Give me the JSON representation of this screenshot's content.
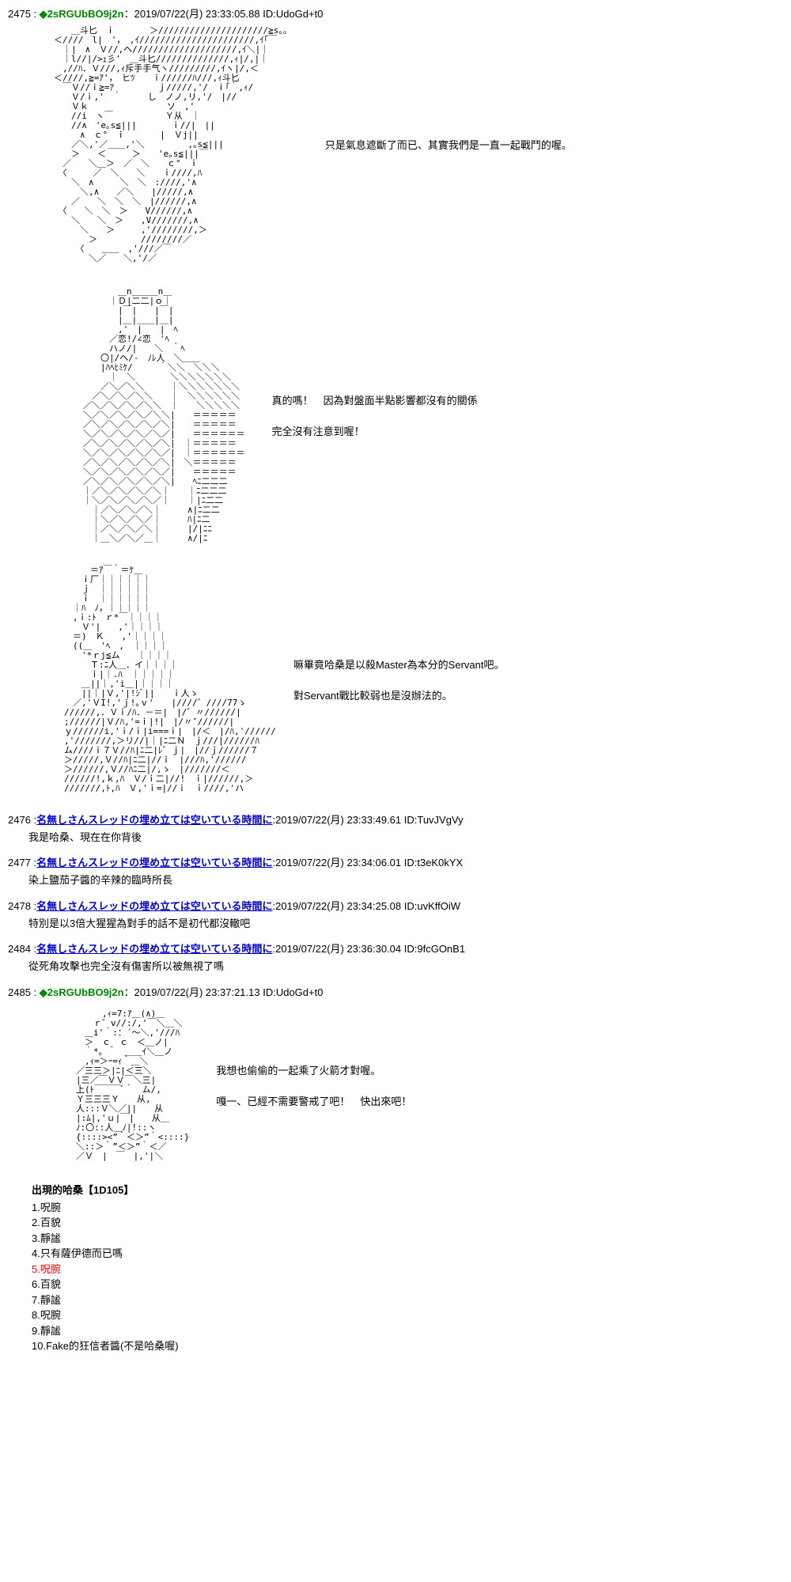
{
  "colors": {
    "trip_green": "#008800",
    "name_blue": "#0000cc",
    "highlight_red": "#ff0000",
    "bg": "#ffffff"
  },
  "posts": {
    "p2475": {
      "num": "2475 :",
      "trip": "◆2sRGUbBO9j2n",
      "meta": "：2019/07/22(月) 23:33:05.88 ID:UdoGd+t0",
      "aa1": [
        "　　＿斗匕　ｉ　　　　＞/////////////////////≧s。。",
        "＜////　l|　'，　,ｲ//////////////////////,ｲ｢￣",
        "　｜|　∧　Ｖ//,ヘ////////////////////,ｲ＼|｜",
        "　｜l//|/>ｪ彡'　＿斗匕//////////////,ｨ|/,|｜",
        "　,//ﾊ．Ｖ///,ｨ斥手手气ヽ/////////,ｲヽ|/,＜",
        "＜////,≧=ｱ'，　ヒﾂ　　ｉ//////ﾊ///,ｨ斗匕",
        "　￣Ｖ//ｉ≧=ｱ　　　　　ｊ/////,'/　ｉ｢｀,ｨ/",
        "　　Ｖ/ｉ,'　｀　　　し　ノノ,リ,'/　|//",
        "　　Ｖｋ　　　　　　　　　ソ　,'",
        "　　//i　ヽ￣　　　　　　Ｙ从　｜",
        "　　//∧　'e｡s≦|||　　　　ｉ//|　||",
        "　　　∧　ｃ°　ｉ　　　　|　Ｖj||",
        "　　／＼,'／＿＿,'＼　　　　　,｡s≦|||",
        "　　＞　　＜　　　＞　　'e｡s≦|||￣",
        "　／　　＼＿＞　／　＼　　ｃ°　ｉ",
        "　〈　　　／　＼　　＼　　ｉ////,ﾊ",
        "　　＼　∧　　　＼　＼　:////,'∧",
        "　　　＼,∧　　／＼　　|/////,∧",
        "　　／　　＼　＼　＼　|//////,∧",
        "　〈　　＼　＼　＞　　V//////,∧",
        "　　＼　　＼　＞　　,V///////,∧",
        "　　　＼　　＞　　　,'////////,＞",
        "　　　　＞　　　　　////////／",
        "　　　〈　　＿＿　,'///／￣",
        "　　　　＼／　　＼,'/／"
      ],
      "d1": "只是氣息遮斷了而已、其實我們是一直一起戰鬥的喔。",
      "aa2": [
        "　　　　　＿n＿＿＿n＿",
        "　　　　｜Ｄ|二二|ｏ｜",
        "　　　　　|￣|　　|￣|",
        "　　　　　|＿|＿＿|＿|",
        "　　　　　,'　|　　|　ﾍ",
        "　　　　／恋!/∠恋　'ﾍ",
        "　　　　ハノ/|　　＼　｀ﾍ",
        "　　　〇|/ヘ/-　ﾉﾚ人　＼＿＿",
        "　　　|ﾊﾍﾋﾐｹ/　　　｀＼＼　＼＼＼",
        "　　　　｜　＼　　　　＼＼＼＼＼＼＼",
        "　　　／＼／＼＼　　　｜＼＼＼＼＼＼＼",
        "　　／＼／＼／＼＼　　｜　＼＼＼＼＼＼",
        "　／＼／＼／＼／＼＼　｜　　＼＼＼＼＼",
        "　＼／＼／＼／＼／＼＼|　　＝＝＝＝＝",
        "　／＼／＼／＼／＼／＼|　　＝＝＝＝＝",
        "　＼／＼／＼／＼／＼／|　　＝＝＝＝＝＝",
        "　／＼／＼／＼／＼／＼|　｜＝＝＝＝＝",
        "　＼／＼／＼／＼／＼／|　｜＝＝＝＝＝＝",
        "　／＼／＼／＼／＼／＼|　＼＝＝＝＝＝",
        "　＼／＼／＼／＼／＼／|　　＝＝＝＝＝",
        "　／＼／＼／＼／＼／＼|　　ﾍﾆ二二二",
        "　｜／＼／＼／＼／＼｜　　｜ﾆ二二二",
        "　｜＼／＼／＼／＼／｜　　｜|ﾆ二二",
        "　　｜／＼／＼／＼｜　　　∧|ﾆ二二",
        "　　｜＼／＼／＼／｜　　　ﾊ|ﾆ二",
        "　　｜／＼／＼／＼｜　　　|/|ﾆﾆ",
        "　　｜＿＼／＼／＿｜　　　∧/|ﾆ"
      ],
      "d2a": "真的嗎！　因為對盤面半點影響都沒有的關係",
      "d2b": "完全沒有注意到喔！",
      "aa3": [
        "　　　　＝ｱ￣｀＝ｹ＿",
        "　　　ｉ厂｜｜｜｜｜｜",
        "　　　ｊ　｜｜｜｜｜｜",
        "　　　ｉ　｜｜｜｜｜｜",
        "　　｜ﾊ　ﾉ，｜｜｜｜｜",
        "　　,ｉ:ﾄ　ｒ*￣｜｜｜｜",
        "　　　Ｖ'|　　,'｜｜｜｜",
        "　　＝)　Ｋ　　,'｜｜｜｜",
        "　　((＿　'ﾍ　,　｜｜｜｜",
        "　　　'*ｒj≦ム　　｜｜｜｜",
        "　　　　Ｔ:ﾆ人＿．イ｜｜｜｜",
        "　　　　ｉ|｜.ﾊ　｜｜｜｜｜",
        "　　　＿||｜,'i＿|｜｜｜｜",
        "　　　||｜|Ｖ,'|!ｼﾞ||　　ｉ人ゝ",
        "　　／,'ＶI!,'ｊ!｡ｖ'　　|////゛////77ゝ",
        "　//////,．Ｖｉ/ﾊ．－＝|　|/゛〃//////|",
        "　;//////|Ｖ/ﾊ,'=ｉ|!|　|/〃″//////|",
        "　ｙ//////i,'ｉ/ｉ|i===ｉ|　|/＜　|/ﾊ,'//////",
        "　,'///////,＞リ//|｜|ﾆ二Ｎ　ｊ///|//////ﾊ",
        "　ム////ｉ７Ｖ//ﾊ|ﾆ二|ﾚ゛ｊ|　|//ｊ//////７",
        "　＞/////,Ｖ//ﾊ|ﾆ二|//ｉ　|///ﾊ,'//////",
        "　＞//////,Ｖ//ﾊﾆ二|/,ゝ　|///////＜",
        "　//////!,ｋ,ﾊ　Ｖ/ｉ二|//!　ｉ|//////,＞",
        "　///////,ﾄ,ﾊ　Ｖ,'ｉ=|//ｉ　ｉ////,'ハ"
      ],
      "d3a": "嘛畢竟哈桑是以殺Master為本分的Servant吧。",
      "d3b": "對Servant戰比較弱也是沒辦法的。"
    },
    "p2476": {
      "num": "2476 :",
      "name": "名無しさんスレッドの埋め立ては空いている時間に",
      "meta": ":2019/07/22(月) 23:33:49.61 ID:TuvJVgVy",
      "body": "我是哈桑、現在在你背後"
    },
    "p2477": {
      "num": "2477 :",
      "name": "名無しさんスレッドの埋め立ては空いている時間に",
      "meta": ":2019/07/22(月) 23:34:06.01 ID:t3eK0kYX",
      "body": "染上鹽茄子醬的辛辣的臨時所長"
    },
    "p2478": {
      "num": "2478 :",
      "name": "名無しさんスレッドの埋め立ては空いている時間に",
      "meta": ":2019/07/22(月) 23:34:25.08 ID:uvKffOiW",
      "body": "特別是以3倍大猩猩為對手的話不是初代都沒轍吧"
    },
    "p2484": {
      "num": "2484 :",
      "name": "名無しさんスレッドの埋め立ては空いている時間に",
      "meta": ":2019/07/22(月) 23:36:30.04 ID:9fcGOnB1",
      "body": "從死角攻擊也完全沒有傷害所以被無視了嗎"
    },
    "p2485": {
      "num": "2485 :",
      "trip": "◆2sRGUbBO9j2n",
      "meta": "：2019/07/22(月) 23:37:21.13 ID:UdoGd+t0",
      "aa4": [
        "　　　　　,ｨ=7:ｱ＿(∧)＿",
        "　　　　ｒ゛v//:/,'￣＼＿＼",
        "　　　＿i'｀:：´～＼,'///ﾊ",
        "　　　＞　ｃ　ｃ　＜＿ノ|",
        "　　　｀*。＾　＿＿ｲ＼＿ノ",
        "　　　,ｨ=＞ｰ=ｨ｀＿＼",
        "　　／三三＞|ﾆ|＜三＼",
        "　　|三／￣ＶＶ￣＼三|",
        "　　上(ﾄ￣￣￣ﾞ｀　ム/,",
        "　　Ｙ三三三Ｙ　　从,",
        "　　人:::Ｖ＼／||　　从",
        "　　|:ﾑ|,'ｕ|￣|　　从＿",
        "　　ﾉ:〇::人＿ﾉ|!::ヽ",
        "　　{::::><”｀＜＞”｀<::::}",
        "　　＼::＞｀”＜＞”｀＜／",
        "　　／Ｖ　|　￣　|,'|＼"
      ],
      "d4a": "我想也偷偷的一起乘了火箭才對喔。",
      "d4b": "嘎一、已經不需要警戒了吧！　快出來吧！"
    }
  },
  "roll": {
    "title": "出現的哈桑【1D105】",
    "items": [
      "1.呪腕",
      "2.百貌",
      "3.靜謐",
      "4.只有薩伊德而已嗎",
      "5.呪腕",
      "6.百貌",
      "7.靜謐",
      "8.呪腕",
      "9.靜謐",
      "10.Fake的狂信者醬(不是哈桑喔)"
    ]
  }
}
